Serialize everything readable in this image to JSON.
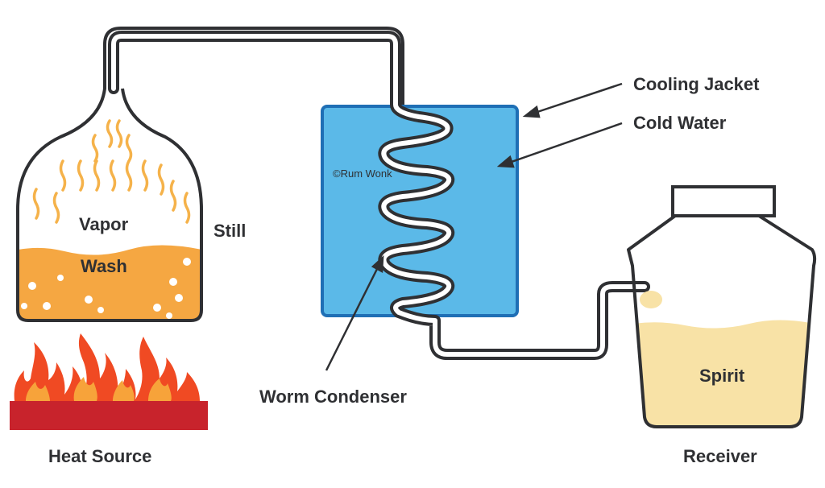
{
  "labels": {
    "cooling_jacket": "Cooling Jacket",
    "cold_water": "Cold Water",
    "still": "Still",
    "vapor": "Vapor",
    "wash": "Wash",
    "worm_condenser": "Worm Condenser",
    "heat_source": "Heat Source",
    "receiver": "Receiver",
    "spirit": "Spirit"
  },
  "watermark": "©Rum Wonk",
  "colors": {
    "outline": "#2f3033",
    "wash": "#f5a742",
    "vapor_wisp": "#f5b24a",
    "jacket_water": "#5bb9e8",
    "jacket_border": "#1f6fb5",
    "spirit": "#f8e2a6",
    "flame_outer": "#f04a23",
    "flame_inner": "#f7a33a",
    "heat_plate": "#c8232c"
  }
}
